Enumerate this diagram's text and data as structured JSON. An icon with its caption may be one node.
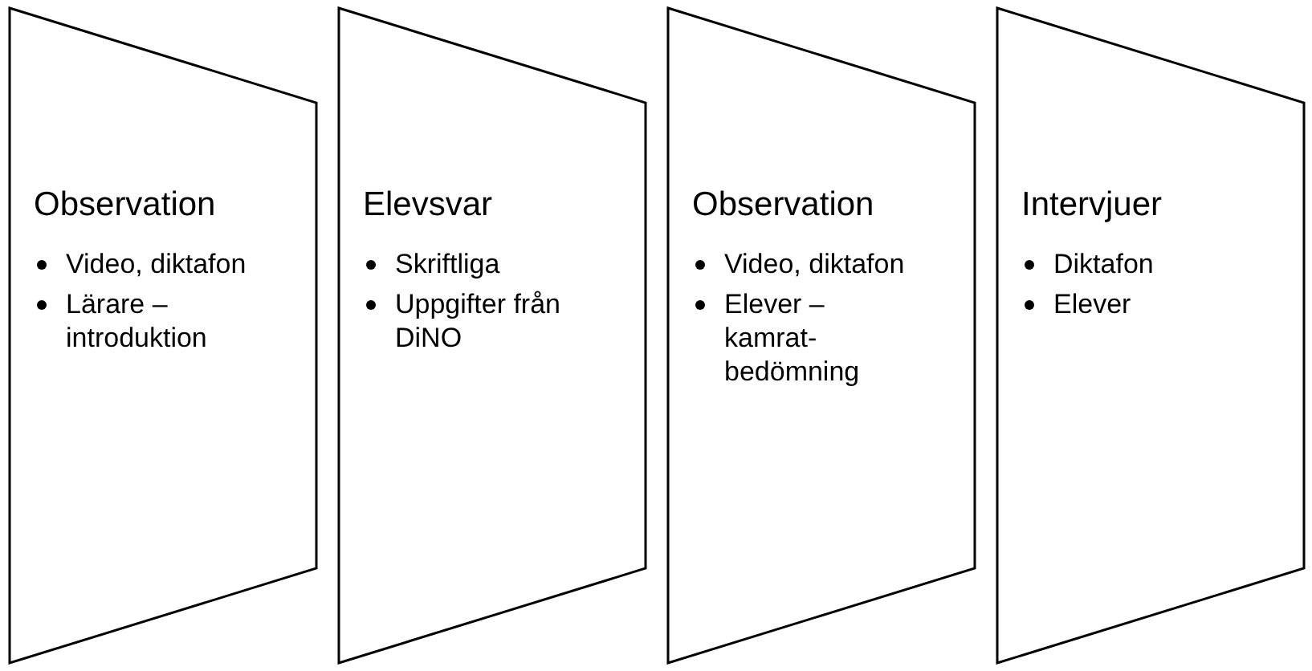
{
  "diagram": {
    "nodes": [
      {
        "text": [
          "Observation",
          "Video, diktafon",
          "Lärare – introduktion"
        ]
      },
      {
        "text": [
          "Elevsvar",
          "Skriftliga",
          "Uppgifter från DiNO"
        ]
      },
      {
        "text": [
          "Observation",
          "Video, diktafon",
          "Elever – kamrat-bedömning"
        ]
      },
      {
        "text": [
          "Intervjuer",
          "Diktafon",
          "Elever"
        ]
      }
    ]
  }
}
